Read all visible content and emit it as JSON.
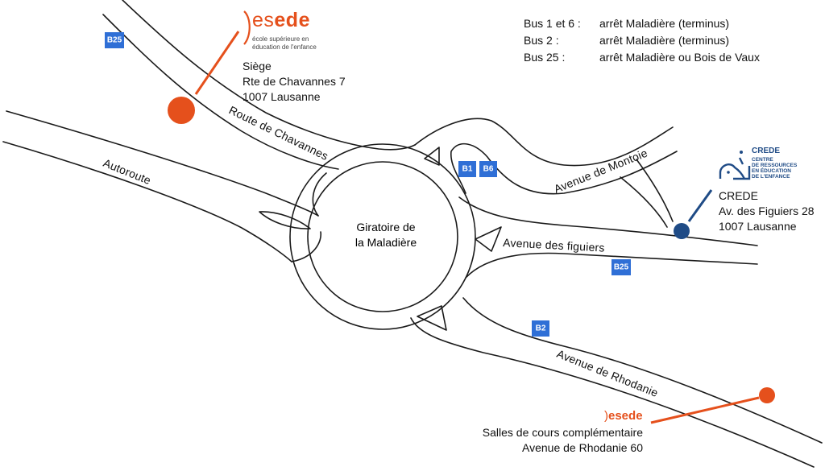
{
  "bus_info": [
    {
      "line": "Bus 1 et 6 :",
      "stop": "arrêt Maladière (terminus)"
    },
    {
      "line": "Bus 2 :",
      "stop": "arrêt Maladière (terminus)"
    },
    {
      "line": "Bus 25 :",
      "stop": "arrêt Maladière ou Bois de Vaux"
    }
  ],
  "roads": {
    "route_chavannes": "Route de Chavannes",
    "autoroute": "Autoroute",
    "avenue_montoie": "Avenue de Montoie",
    "avenue_figuiers": "Avenue des figuiers",
    "avenue_rhodanie": "Avenue de Rhodanie"
  },
  "roundabout": {
    "line1": "Giratoire de",
    "line2": "la Maladière"
  },
  "stops": {
    "b25_top": "B25",
    "b1": "B1",
    "b6": "B6",
    "b25_right": "B25",
    "b2": "B2"
  },
  "siege": {
    "logo_word_a": "es",
    "logo_word_b": "ede",
    "logo_sub1": "école supérieure en",
    "logo_sub2": "éducation de l'enfance",
    "line1": "Siège",
    "line2": "Rte de Chavannes 7",
    "line3": "1007 Lausanne"
  },
  "crede": {
    "logo_title": "CREDE",
    "logo_sub1": "CENTRE",
    "logo_sub2": "DE RESSOURCES",
    "logo_sub3": "EN ÉDUCATION",
    "logo_sub4": "DE L'ENFANCE",
    "line1": "CREDE",
    "line2": "Av. des Figuiers 28",
    "line3": "1007 Lausanne"
  },
  "salles": {
    "logo_text": "esede",
    "line1": "Salles de cours complémentaire",
    "line2": "Avenue de Rhodanie 60"
  },
  "colors": {
    "orange": "#e5501c",
    "navy": "#1f4b86",
    "bus_badge": "#2f6fd6"
  }
}
